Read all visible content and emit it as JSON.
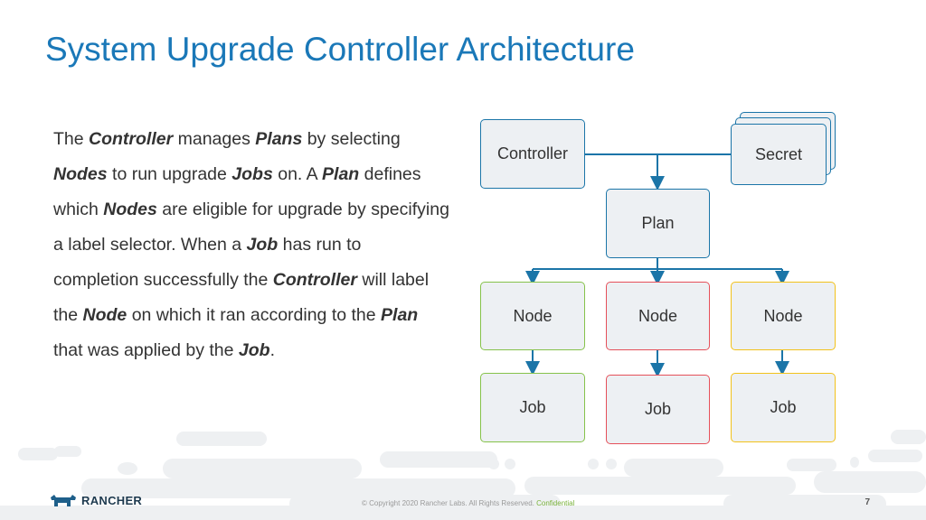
{
  "title": "System Upgrade Controller Architecture",
  "paragraph": [
    {
      "t": "The ",
      "b": false
    },
    {
      "t": "Controller",
      "b": true
    },
    {
      "t": " manages ",
      "b": false
    },
    {
      "t": "Plans",
      "b": true
    },
    {
      "t": " by selecting ",
      "b": false
    },
    {
      "t": "Nodes",
      "b": true
    },
    {
      "t": " to run upgrade ",
      "b": false
    },
    {
      "t": "Jobs",
      "b": true
    },
    {
      "t": " on. A ",
      "b": false
    },
    {
      "t": "Plan",
      "b": true
    },
    {
      "t": " defines which ",
      "b": false
    },
    {
      "t": "Nodes",
      "b": true
    },
    {
      "t": " are eligible for upgrade by specifying a label selector. When a ",
      "b": false
    },
    {
      "t": "Job",
      "b": true
    },
    {
      "t": " has run to completion successfully the ",
      "b": false
    },
    {
      "t": "Controller",
      "b": true
    },
    {
      "t": " will label the ",
      "b": false
    },
    {
      "t": "Node",
      "b": true
    },
    {
      "t": " on which it ran according to the ",
      "b": false
    },
    {
      "t": "Plan",
      "b": true
    },
    {
      "t": " that was applied by the ",
      "b": false
    },
    {
      "t": "Job",
      "b": true
    },
    {
      "t": ".",
      "b": false
    }
  ],
  "diagram": {
    "controller": "Controller",
    "secret": "Secret",
    "plan": "Plan",
    "nodes": [
      "Node",
      "Node",
      "Node"
    ],
    "jobs": [
      "Job",
      "Job",
      "Job"
    ],
    "colors": {
      "line": "#1b75a8",
      "green": "#86c24a",
      "red": "#e5505a",
      "yellow": "#f2c21b",
      "fill": "#edf0f3"
    }
  },
  "footer": {
    "copyright": "© Copyright 2020 Rancher Labs. All Rights Reserved.",
    "confidential": "Confidential",
    "page": "7",
    "logo": "RANCHER"
  }
}
